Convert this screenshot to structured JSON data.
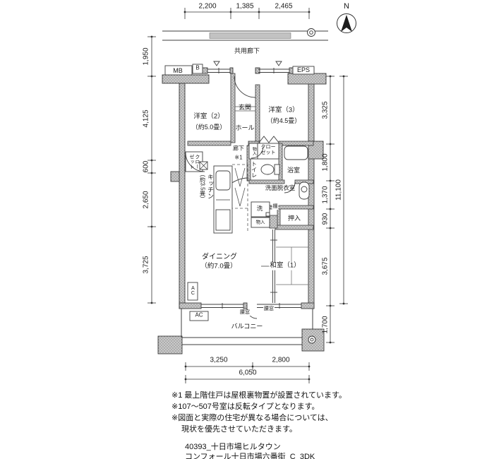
{
  "compass": {
    "label": "N"
  },
  "dimensions": {
    "top": [
      "2,200",
      "1,385",
      "2,465"
    ],
    "left": [
      "1,950",
      "4,125",
      "600",
      "2,650",
      "3,725"
    ],
    "right": [
      "3,325",
      "1,800",
      "1,370",
      "930",
      "3,675"
    ],
    "right_overall": "11,100",
    "balcony_depth": "1,700",
    "bottom": [
      "3,250",
      "2,800"
    ],
    "bottom_overall": "6,050"
  },
  "labels": {
    "common_corridor": "共用廊下",
    "meter_box": "MB",
    "b_box": "B",
    "eps": "EPS",
    "entrance": "玄関",
    "hall": "ホール",
    "western_room_2": "洋室（2）",
    "western_room_2_size": "（約5.0畳）",
    "western_room_3": "洋室（3）",
    "western_room_3_size": "（約4.5畳）",
    "corridor": "廊下",
    "corridor_note_ref": "※1",
    "closet_room2": "クロー\nゼット",
    "closet_room3": "クロー\nゼット",
    "storage_small": "物入",
    "storage_bottom": "物入",
    "toilet": "トイレ",
    "bath": "浴室",
    "kitchen": "キッチン",
    "kitchen_size": "（約3.5畳）",
    "washroom": "洗面脱衣室",
    "washer": "洗",
    "shelf": "棚",
    "oshiire": "押入",
    "dining": "ダイニング",
    "dining_size": "（約7.0畳）",
    "japanese_room_1": "和室（1）",
    "ac_vertical": "AC",
    "ac_horizontal": "AC",
    "waist_window_left": "腰窓",
    "waist_window_right": "腰窓",
    "balcony": "バルコニー"
  },
  "notes": [
    "※1 最上階住戸は屋根裏物置が設置されています。",
    "※107～507号室は反転タイプとなります。",
    "※図面と実際の住宅が異なる場合については、",
    "現状を優先させていただきます。"
  ],
  "title_block": {
    "footer_line1": "40393_十日市場ヒルタウン",
    "footer_line2": "コンフォール十日市場六番街_C_3DK"
  },
  "colors": {
    "line": "#3d3d3d",
    "wall_fill": "#c7c7c7",
    "text": "#1a1a1a"
  }
}
